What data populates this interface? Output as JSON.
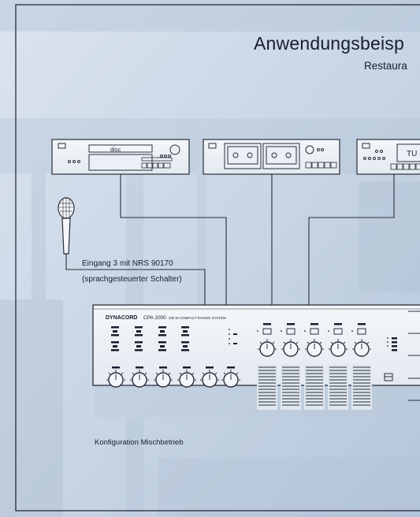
{
  "header": {
    "title": "Anwendungsbeisp",
    "subtitle": "Restaura"
  },
  "devices": {
    "cd_player": {
      "disc_label": "disc"
    },
    "tuner": {
      "label": "TU"
    }
  },
  "microphone": {
    "input_label": "Eingang 3  mit NRS 90170",
    "switch_label": "(sprachgesteuerter Schalter)"
  },
  "amplifier": {
    "brand": "DYNACORD",
    "model": "CPA 2000",
    "description": "200 W COMPACT PAGING SYSTEM"
  },
  "footer": {
    "config_label": "Konfiguration Mischbetrieb"
  },
  "colors": {
    "background": "#c9d6e6",
    "device_face": "#eef2f6",
    "line": "#2a2d3a"
  }
}
